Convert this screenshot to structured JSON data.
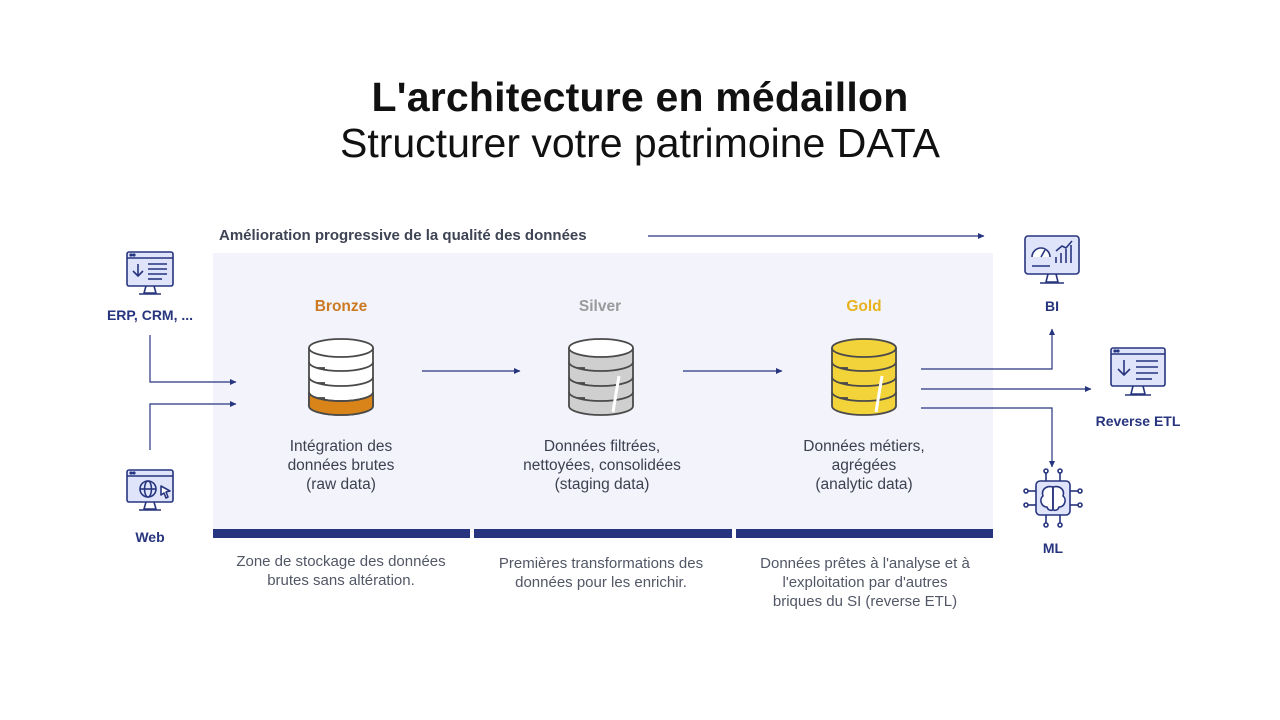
{
  "header": {
    "title": "L'architecture en médaillon",
    "subtitle": "Structurer votre patrimoine DATA"
  },
  "banner": {
    "label": "Amélioration progressive de la qualité des données"
  },
  "sources": [
    {
      "label": "ERP, CRM, ...",
      "icon": "monitor-download-icon"
    },
    {
      "label": "Web",
      "icon": "monitor-globe-icon"
    }
  ],
  "stages": [
    {
      "name": "Bronze",
      "color": "#cc7a22",
      "fill": "#d98418",
      "desc1": "Intégration des",
      "desc2": "données brutes",
      "desc3": "(raw data)",
      "zone1": "Zone de stockage des données",
      "zone2": "brutes sans altération.",
      "zone3": ""
    },
    {
      "name": "Silver",
      "color": "#9a9a9a",
      "fill": "#cfcfcf",
      "desc1": "Données filtrées,",
      "desc2": "nettoyées, consolidées",
      "desc3": "(staging data)",
      "zone1": "Premières transformations des",
      "zone2": "données pour les enrichir.",
      "zone3": ""
    },
    {
      "name": "Gold",
      "color": "#e8b21c",
      "fill": "#f3d33a",
      "desc1": "Données métiers,",
      "desc2": "agrégées",
      "desc3": "(analytic data)",
      "zone1": "Données prêtes à l'analyse et à",
      "zone2": "l'exploitation par d'autres",
      "zone3": "briques du SI (reverse ETL)"
    }
  ],
  "outputs": [
    {
      "label": "BI",
      "icon": "dashboard-monitor-icon"
    },
    {
      "label": "Reverse ETL",
      "icon": "monitor-download-icon"
    },
    {
      "label": "ML",
      "icon": "brain-chip-icon"
    }
  ],
  "colors": {
    "accent": "#27357f",
    "panel": "#f2f3fb",
    "icon_fill": "#dfe4fb"
  }
}
